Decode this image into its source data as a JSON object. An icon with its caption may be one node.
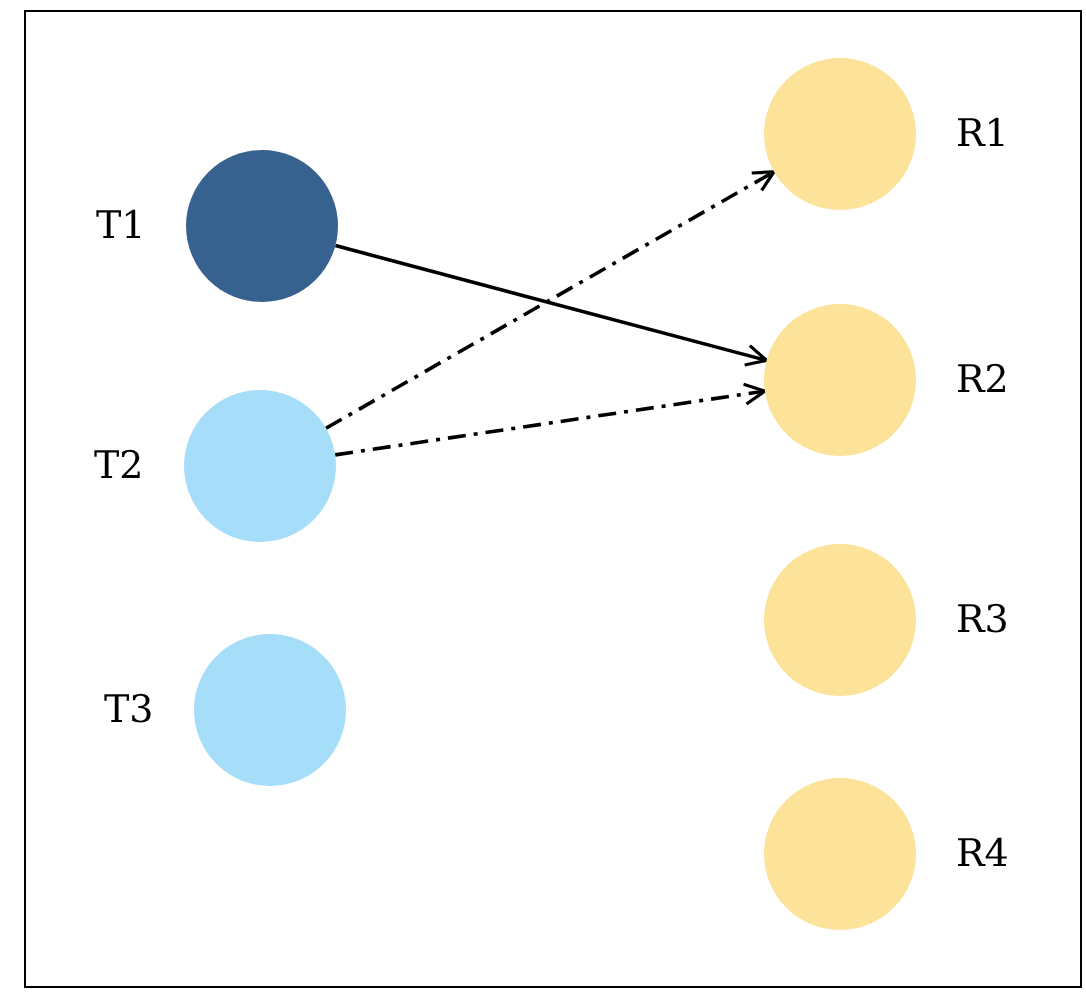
{
  "diagram": {
    "nodes": [
      {
        "text": [
          "T1"
        ]
      },
      {
        "text": [
          "T2"
        ]
      },
      {
        "text": [
          "T3"
        ]
      },
      {
        "text": [
          "R1"
        ]
      },
      {
        "text": [
          "R2"
        ]
      },
      {
        "text": [
          "R3"
        ]
      },
      {
        "text": [
          "R4"
        ]
      }
    ],
    "edges": [
      {
        "from": 0,
        "to": 4,
        "arrow": "to"
      },
      {
        "from": 1,
        "to": 3,
        "arrow": "to",
        "style": "dashed"
      },
      {
        "from": 1,
        "to": 4,
        "arrow": "to",
        "style": "dashed"
      }
    ]
  }
}
